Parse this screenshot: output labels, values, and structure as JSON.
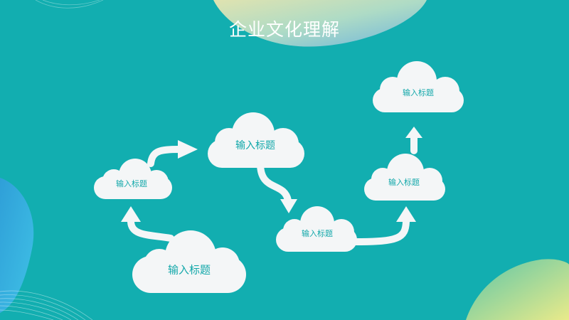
{
  "slide": {
    "title": "企业文化理解"
  },
  "clouds": [
    {
      "label": "输入标题"
    },
    {
      "label": "输入标题"
    },
    {
      "label": "输入标题"
    },
    {
      "label": "输入标题"
    },
    {
      "label": "输入标题"
    },
    {
      "label": "输入标题"
    }
  ],
  "colors": {
    "background": "#12aeb0",
    "cloud": "#f4f6f7",
    "text": "#13a8aa"
  }
}
